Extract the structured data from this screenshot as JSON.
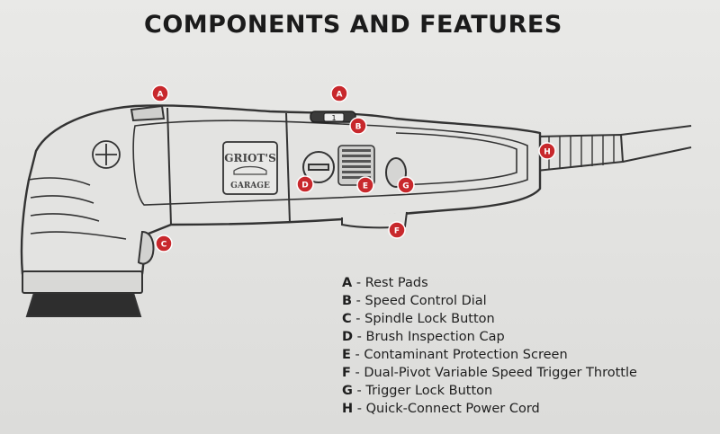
{
  "title": "COMPONENTS AND FEATURES",
  "logo": {
    "line1": "GRIOT'S",
    "line2": "GARAGE"
  },
  "dial_marking": "1",
  "colors": {
    "callout": "#c8282c",
    "outline": "#333333",
    "accent": "#8a1d22"
  },
  "callouts": [
    "A",
    "A",
    "B",
    "C",
    "D",
    "E",
    "F",
    "G",
    "H"
  ],
  "legend": [
    {
      "key": "A",
      "sep": " - ",
      "label": "Rest Pads"
    },
    {
      "key": "B",
      "sep": " - ",
      "label": "Speed Control Dial"
    },
    {
      "key": "C",
      "sep": " - ",
      "label": "Spindle Lock Button"
    },
    {
      "key": "D",
      "sep": " - ",
      "label": "Brush Inspection Cap"
    },
    {
      "key": "E",
      "sep": " - ",
      "label": "Contaminant Protection Screen"
    },
    {
      "key": "F",
      "sep": " - ",
      "label": "Dual-Pivot Variable Speed Trigger Throttle"
    },
    {
      "key": "G",
      "sep": " - ",
      "label": "Trigger Lock Button"
    },
    {
      "key": "H",
      "sep": " - ",
      "label": "Quick-Connect Power Cord"
    }
  ]
}
